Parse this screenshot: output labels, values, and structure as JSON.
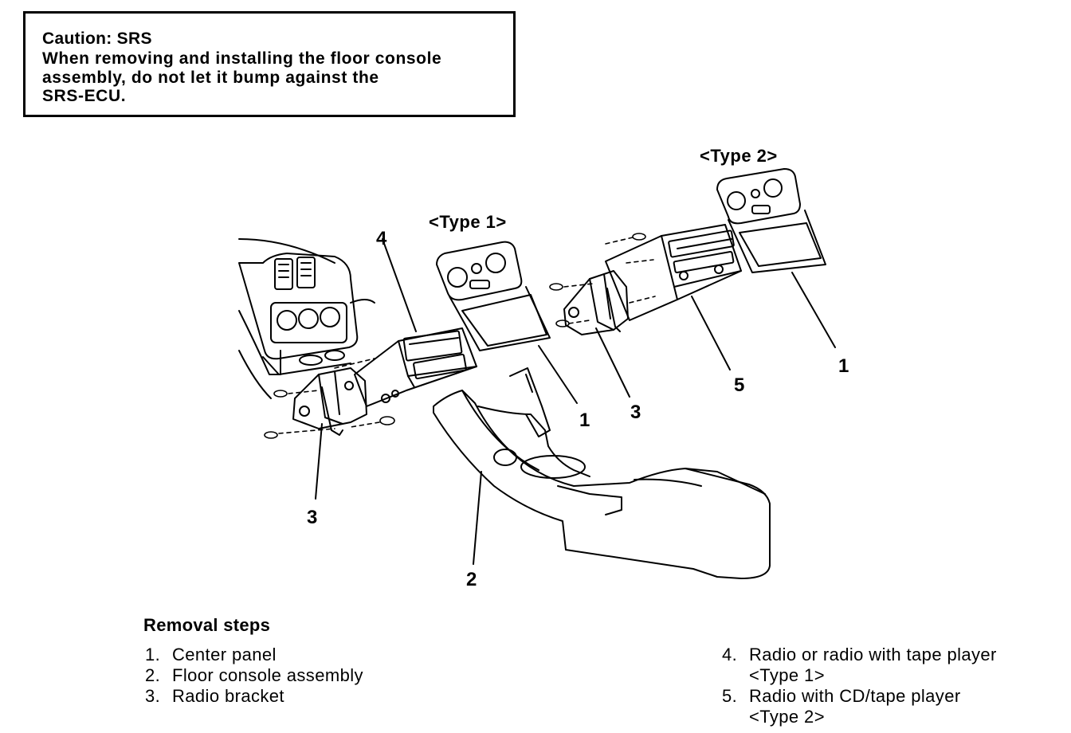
{
  "caution": {
    "title": "Caution: SRS",
    "lines": [
      "When removing and installing the floor console",
      "assembly, do not let it bump against the",
      "SRS-ECU."
    ]
  },
  "type_labels": {
    "type1": "<Type 1>",
    "type2": "<Type 2>"
  },
  "callouts": {
    "c1_type1": "1",
    "c1_type2": "1",
    "c2": "2",
    "c3_left": "3",
    "c3_right": "3",
    "c4": "4",
    "c5": "5"
  },
  "removal": {
    "title": "Removal steps",
    "steps": [
      {
        "num": "1.",
        "text": "Center panel"
      },
      {
        "num": "2.",
        "text": "Floor console assembly"
      },
      {
        "num": "3.",
        "text": "Radio bracket"
      },
      {
        "num": "4.",
        "text": "Radio or radio with tape player",
        "sub": "<Type 1>"
      },
      {
        "num": "5.",
        "text": "Radio with CD/tape player",
        "sub": "<Type 2>"
      }
    ]
  }
}
